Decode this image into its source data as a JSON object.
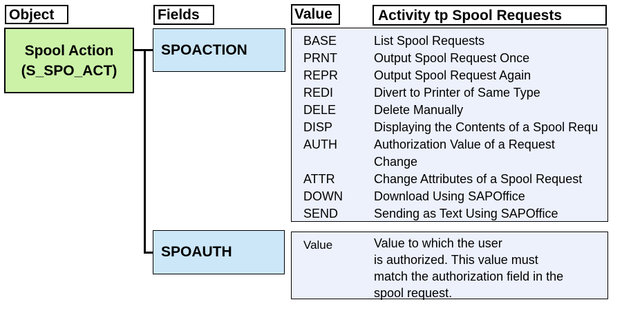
{
  "header_labels": {
    "object": "Object",
    "fields": "Fields",
    "value": "Value",
    "activity": "Activity tp Spool Requests"
  },
  "object_box": {
    "title_line1": "Spool Action",
    "title_line2": "(S_SPO_ACT)"
  },
  "field_boxes": {
    "spoaction": "SPOACTION",
    "spoauth": "SPOAUTH"
  },
  "spoaction_values": [
    {
      "code": "BASE",
      "desc": "List Spool Requests"
    },
    {
      "code": "PRNT",
      "desc": "Output Spool Request Once"
    },
    {
      "code": "REPR",
      "desc": "Output Spool Request Again"
    },
    {
      "code": "REDI",
      "desc": "Divert to Printer of Same Type"
    },
    {
      "code": "DELE",
      "desc": "Delete Manually"
    },
    {
      "code": "DISP",
      "desc": "Displaying the Contents of a Spool Requ"
    },
    {
      "code": "AUTH",
      "desc": "Authorization Value of a Request\nChange"
    },
    {
      "code": "ATTR",
      "desc": "Change Attributes of a Spool Request"
    },
    {
      "code": "DOWN",
      "desc": "Download Using SAPOffice"
    },
    {
      "code": "SEND",
      "desc": "Sending as Text Using SAPOffice"
    }
  ],
  "spoauth_value": {
    "code": "Value",
    "desc": "Value to which the user\nis authorized. This value must\nmatch the authorization field in the\nspool request."
  },
  "colors": {
    "object_fill": "#ccf2a8",
    "field_fill": "#cce7f8",
    "table_fill": "#edf1fc"
  }
}
